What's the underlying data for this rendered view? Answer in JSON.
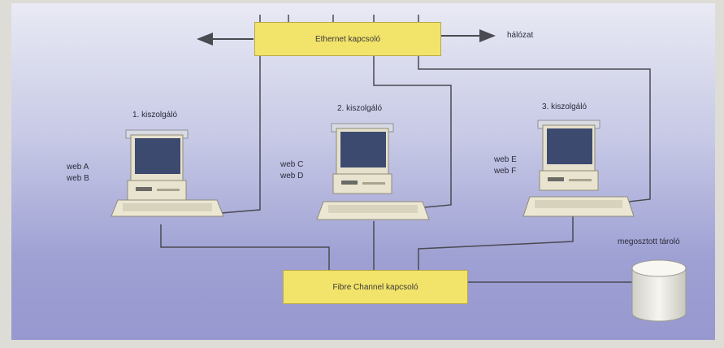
{
  "switches": {
    "ethernet": "Ethernet kapcsoló",
    "fibre": "Fibre Channel kapcsoló"
  },
  "network_label": "hálózat",
  "storage_label": "megosztott tároló",
  "servers": [
    {
      "name": "1. kiszolgáló",
      "sites": [
        "web A",
        "web B"
      ]
    },
    {
      "name": "2. kiszolgáló",
      "sites": [
        "web C",
        "web D"
      ]
    },
    {
      "name": "3. kiszolgáló",
      "sites": [
        "web E",
        "web F"
      ]
    }
  ],
  "colors": {
    "switch_fill": "#f2e36a",
    "line": "#4a4a52",
    "monitor_screen": "#3d4a70",
    "computer_body": "#e9e4cf",
    "storage": "#ecebe4"
  }
}
